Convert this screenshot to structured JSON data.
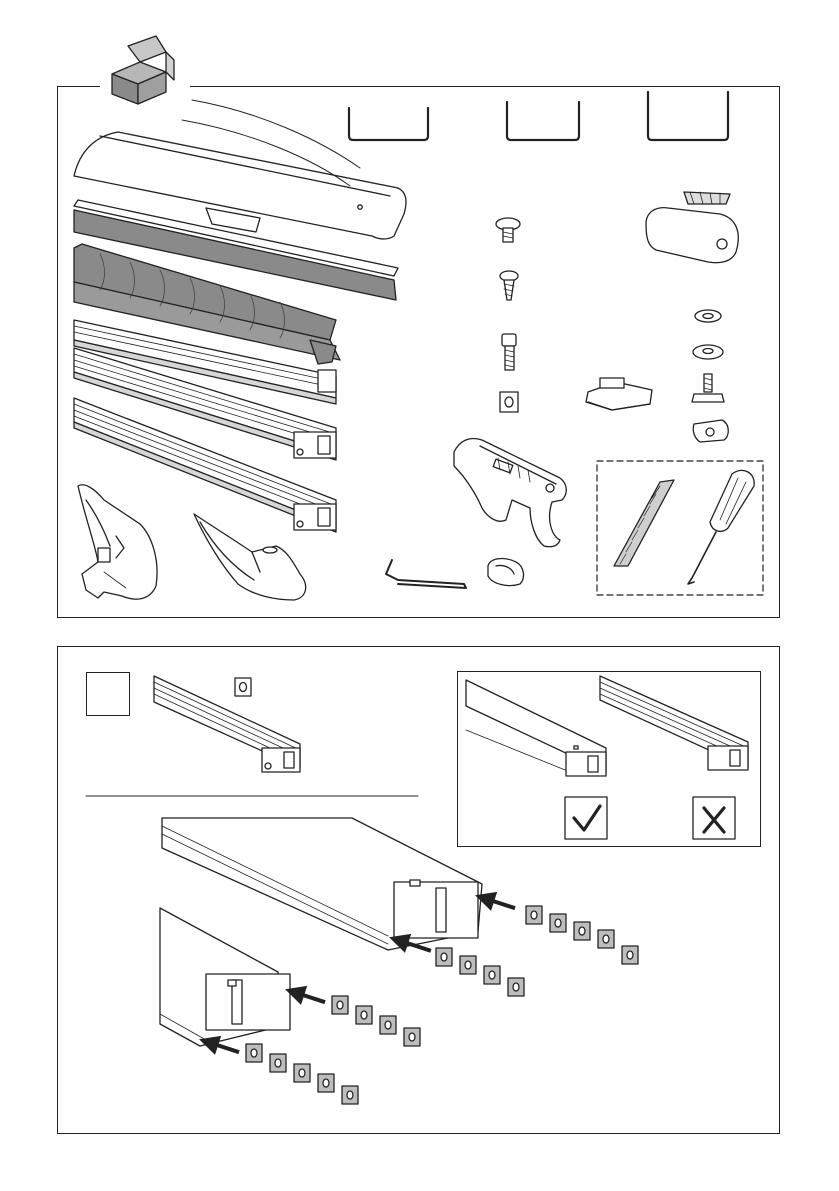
{
  "document": {
    "figures": [
      {
        "name": "parts-overview",
        "items": [
          "box-icon",
          "wind-deflector",
          "rubber-strip",
          "roof-bar-profile",
          "roof-bar",
          "u-bolt-small",
          "u-bolt-medium",
          "u-bolt-large",
          "button-head-screw",
          "self-tapping-screw",
          "hex-socket-bolt",
          "square-nut",
          "end-cap",
          "spring-washer",
          "flat-washer",
          "t-bolt",
          "knob-nut",
          "slider-block",
          "bracket-clamp",
          "foot-pad",
          "foot-assembly",
          "foot-cover",
          "allen-key",
          "tape-measure",
          "screwdriver"
        ]
      },
      {
        "name": "step-1",
        "step_number": "",
        "inset": {
          "correct_icon": "check-icon",
          "wrong_icon": "cross-icon"
        },
        "nut_groups": [
          5,
          4,
          4,
          5
        ]
      }
    ]
  },
  "colors": {
    "line": "#222222",
    "gray": "#8a8a8a",
    "light_gray": "#bdbdbd",
    "dark_gray": "#6f6f6f"
  }
}
